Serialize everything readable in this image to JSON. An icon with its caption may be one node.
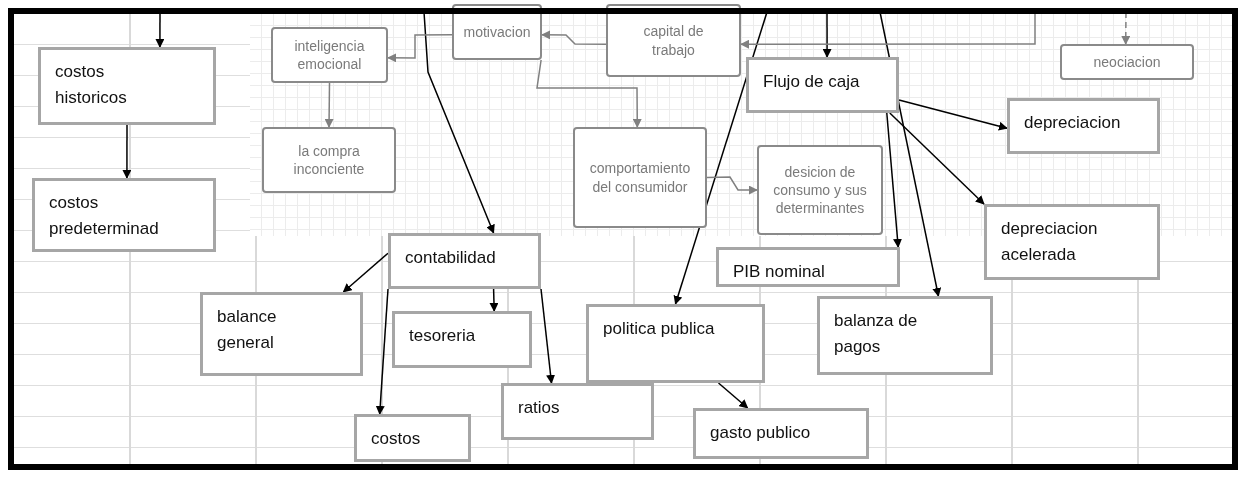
{
  "diagram": {
    "nodes": [
      {
        "text": [
          "costos historicos"
        ]
      },
      {
        "text": [
          "costos predeterminad"
        ]
      },
      {
        "text": [
          "inteligencia emocional"
        ]
      },
      {
        "text": [
          "motivacion"
        ]
      },
      {
        "text": [
          "capital de trabajo"
        ]
      },
      {
        "text": [
          "neociacion"
        ]
      },
      {
        "text": [
          "Flujo de caja"
        ]
      },
      {
        "text": [
          "la compra inconciente"
        ]
      },
      {
        "text": [
          "depreciacion"
        ]
      },
      {
        "text": [
          "comportamiento del consumidor"
        ]
      },
      {
        "text": [
          "desicion de consumo y sus determinantes"
        ]
      },
      {
        "text": [
          "depreciacion acelerada"
        ]
      },
      {
        "text": [
          "contabilidad"
        ]
      },
      {
        "text": [
          "PIB nominal"
        ]
      },
      {
        "text": [
          "balance general"
        ]
      },
      {
        "text": [
          "tesoreria"
        ]
      },
      {
        "text": [
          "politica publica"
        ]
      },
      {
        "text": [
          "balanza de pagos"
        ]
      },
      {
        "text": [
          "ratios"
        ]
      },
      {
        "text": [
          "costos"
        ]
      },
      {
        "text": [
          "gasto publico"
        ]
      }
    ],
    "edges": [
      {
        "from": null,
        "to": 0,
        "arrow": "to"
      },
      {
        "from": 0,
        "to": 1,
        "arrow": "to"
      },
      {
        "from": null,
        "to": 12,
        "arrow": "to"
      },
      {
        "from": null,
        "to": 16,
        "arrow": "to"
      },
      {
        "from": null,
        "to": 6,
        "arrow": "to"
      },
      {
        "from": null,
        "to": 17,
        "arrow": "to"
      },
      {
        "from": 6,
        "to": 8,
        "arrow": "to"
      },
      {
        "from": 6,
        "to": 11,
        "arrow": "to"
      },
      {
        "from": 6,
        "to": 13,
        "arrow": "to"
      },
      {
        "from": 12,
        "to": 14,
        "arrow": "to"
      },
      {
        "from": 12,
        "to": 15,
        "arrow": "to"
      },
      {
        "from": 12,
        "to": 19,
        "arrow": "to"
      },
      {
        "from": 12,
        "to": 18,
        "arrow": "to"
      },
      {
        "from": 16,
        "to": 20,
        "arrow": "to"
      },
      {
        "from": 4,
        "to": 3,
        "arrow": "to",
        "color": "#808080"
      },
      {
        "from": 3,
        "to": 2,
        "arrow": "to",
        "color": "#808080"
      },
      {
        "from": 2,
        "to": 7,
        "arrow": "to",
        "color": "#808080"
      },
      {
        "from": 3,
        "to": 9,
        "arrow": "to",
        "color": "#808080"
      },
      {
        "from": 9,
        "to": 10,
        "arrow": "to",
        "color": "#808080"
      },
      {
        "from": null,
        "to": 4,
        "arrow": "to",
        "color": "#808080"
      },
      {
        "from": null,
        "to": 5,
        "arrow": "to",
        "style": "dashed",
        "color": "#808080"
      }
    ]
  }
}
